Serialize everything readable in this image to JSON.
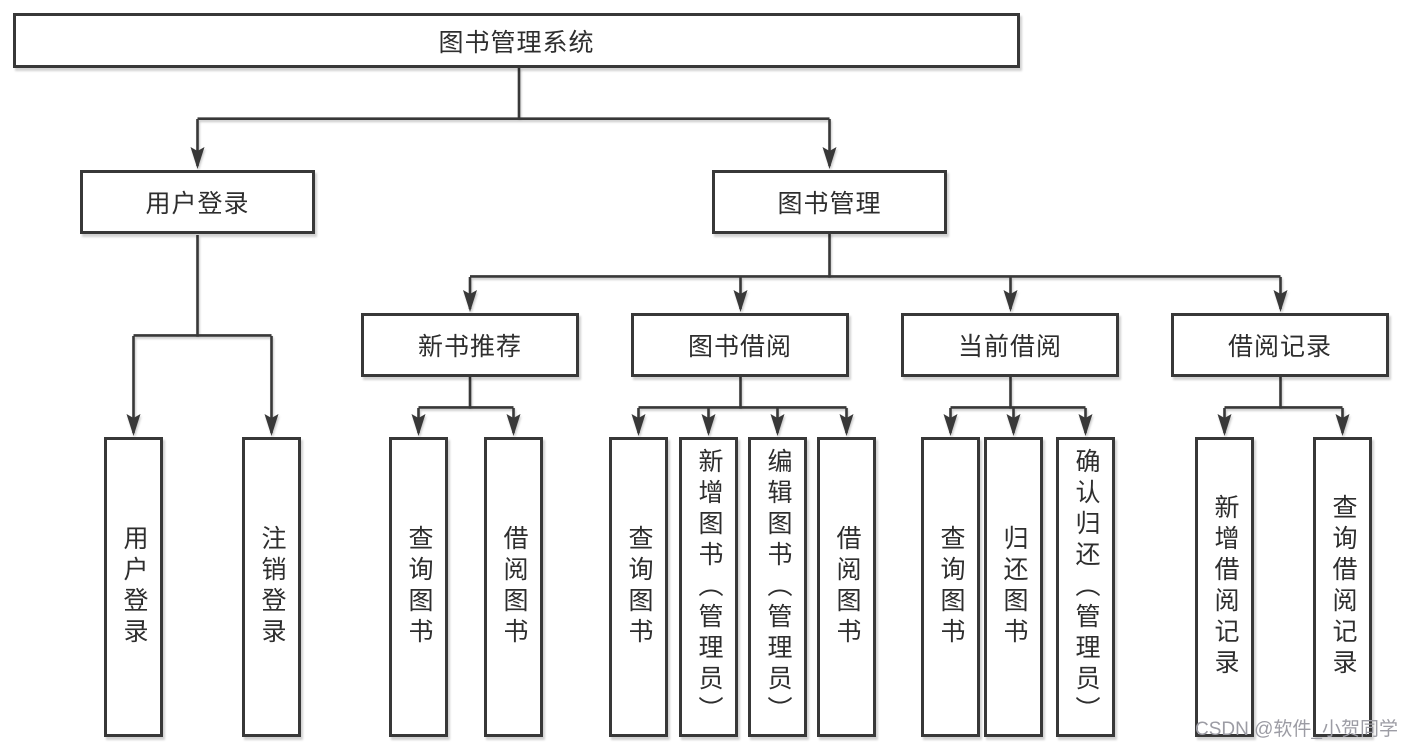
{
  "diagram": {
    "tree": {
      "root": {
        "label": "图书管理系统",
        "children": [
          {
            "label": "用户登录",
            "children": [
              {
                "label": "用户登录"
              },
              {
                "label": "注销登录"
              }
            ]
          },
          {
            "label": "图书管理",
            "children": [
              {
                "label": "新书推荐",
                "children": [
                  {
                    "label": "查询图书"
                  },
                  {
                    "label": "借阅图书"
                  }
                ]
              },
              {
                "label": "图书借阅",
                "children": [
                  {
                    "label": "查询图书"
                  },
                  {
                    "label": "新增图书（管理员）"
                  },
                  {
                    "label": "编辑图书（管理员）"
                  },
                  {
                    "label": "借阅图书"
                  }
                ]
              },
              {
                "label": "当前借阅",
                "children": [
                  {
                    "label": "查询图书"
                  },
                  {
                    "label": "归还图书"
                  },
                  {
                    "label": "确认归还（管理员）"
                  }
                ]
              },
              {
                "label": "借阅记录",
                "children": [
                  {
                    "label": "新增借阅记录"
                  },
                  {
                    "label": "查询借阅记录"
                  }
                ]
              }
            ]
          }
        ]
      }
    },
    "colors": {
      "line": "#383838",
      "box_border": "#383838",
      "text": "#2e2e2e",
      "background": "#ffffff",
      "watermark_text": "#9c9ca4"
    }
  },
  "watermark": {
    "text": "CSDN @软件_小贺同学"
  }
}
